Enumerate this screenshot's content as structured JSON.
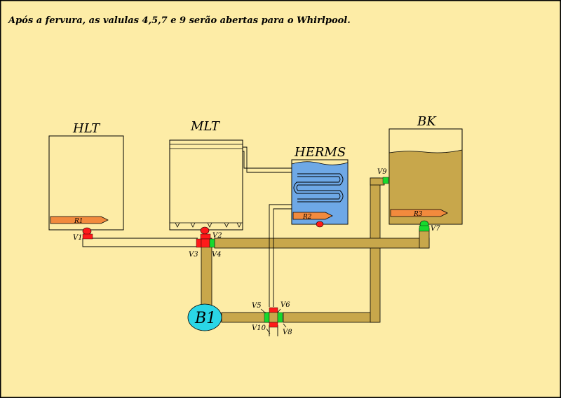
{
  "caption": "Após a fervura, as valulas 4,5,7 e 9 serão abertas para o Whirlpool.",
  "vessels": {
    "hlt": "HLT",
    "mlt": "MLT",
    "herms": "HERMS",
    "bk": "BK"
  },
  "resistances": {
    "r1": "R1",
    "r2": "R2",
    "r3": "R3"
  },
  "pump": "B1",
  "valves": {
    "v1": "V1",
    "v2": "V2",
    "v3": "V3",
    "v4": "V4",
    "v5": "V5",
    "v6": "V6",
    "v7": "V7",
    "v8": "V8",
    "v9": "V9",
    "v10": "V10"
  },
  "valve_state": {
    "open": [
      "V4",
      "V5",
      "V7",
      "V9"
    ],
    "closed": [
      "V1",
      "V2",
      "V3",
      "V6",
      "V8",
      "V10"
    ]
  },
  "colors": {
    "background": "#fdeca6",
    "wort": "#c8a74b",
    "herms_water": "#6ea8e6",
    "resistance": "#f28a3d",
    "valve_open": "#16d92e",
    "valve_closed": "#ff1a1a",
    "pump": "#2ad6e6"
  }
}
